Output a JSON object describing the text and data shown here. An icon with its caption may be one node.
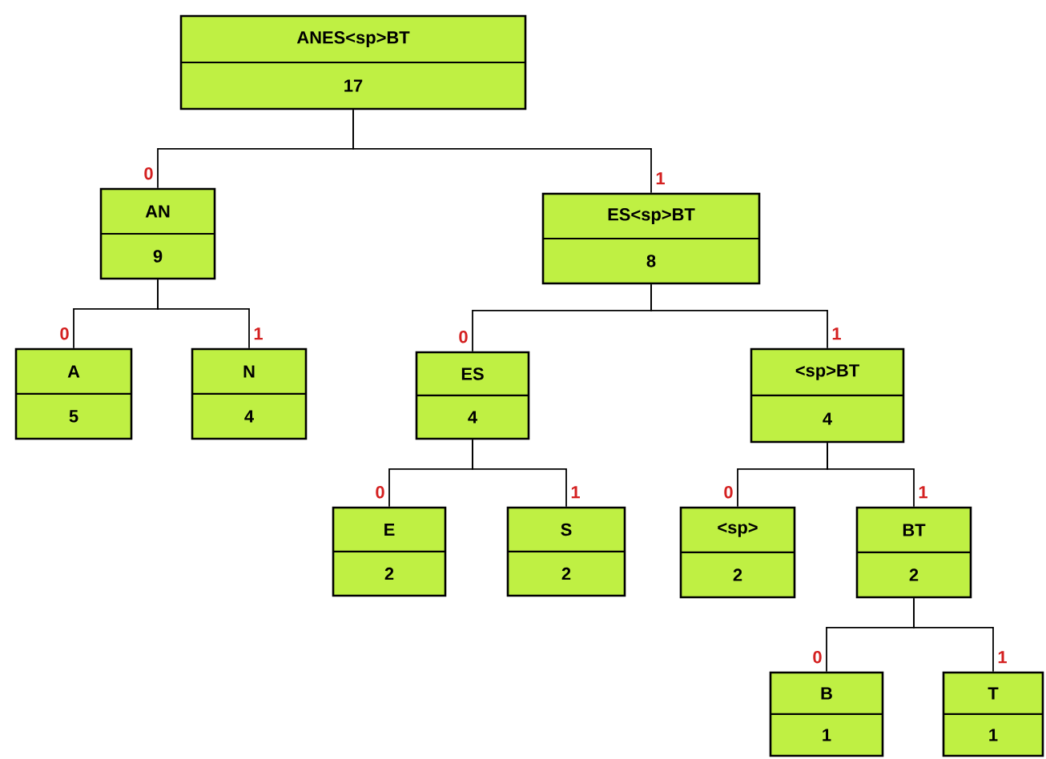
{
  "diagram": {
    "nodes": [
      {
        "text": [
          "ANES<sp>BT",
          "17"
        ]
      },
      {
        "text": [
          "AN",
          "9"
        ]
      },
      {
        "text": [
          "ES<sp>BT",
          "8"
        ]
      },
      {
        "text": [
          "A",
          "5"
        ]
      },
      {
        "text": [
          "N",
          "4"
        ]
      },
      {
        "text": [
          "ES",
          "4"
        ]
      },
      {
        "text": [
          "<sp>BT",
          "4"
        ]
      },
      {
        "text": [
          "E",
          "2"
        ]
      },
      {
        "text": [
          "S",
          "2"
        ]
      },
      {
        "text": [
          "<sp>",
          "2"
        ]
      },
      {
        "text": [
          "BT",
          "2"
        ]
      },
      {
        "text": [
          "B",
          "1"
        ]
      },
      {
        "text": [
          "T",
          "1"
        ]
      }
    ],
    "edges": [
      {
        "from": 0,
        "to": 1,
        "arrow": "none",
        "label": "0"
      },
      {
        "from": 0,
        "to": 2,
        "arrow": "none",
        "label": "1"
      },
      {
        "from": 1,
        "to": 3,
        "arrow": "none",
        "label": "0"
      },
      {
        "from": 1,
        "to": 4,
        "arrow": "none",
        "label": "1"
      },
      {
        "from": 2,
        "to": 5,
        "arrow": "none",
        "label": "0"
      },
      {
        "from": 2,
        "to": 6,
        "arrow": "none",
        "label": "1"
      },
      {
        "from": 5,
        "to": 7,
        "arrow": "none",
        "label": "0"
      },
      {
        "from": 5,
        "to": 8,
        "arrow": "none",
        "label": "1"
      },
      {
        "from": 6,
        "to": 9,
        "arrow": "none",
        "label": "0"
      },
      {
        "from": 6,
        "to": 10,
        "arrow": "none",
        "label": "1"
      },
      {
        "from": 10,
        "to": 11,
        "arrow": "none",
        "label": "0"
      },
      {
        "from": 10,
        "to": 12,
        "arrow": "none",
        "label": "1"
      }
    ]
  }
}
